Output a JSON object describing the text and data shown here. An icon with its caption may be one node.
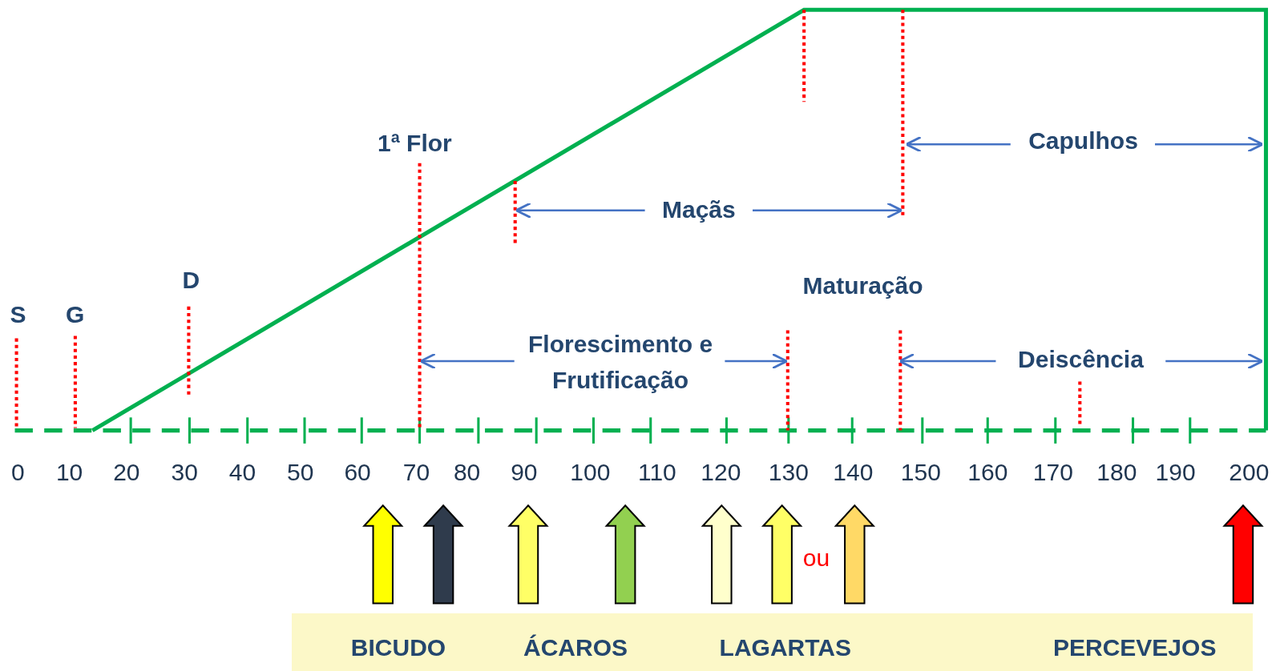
{
  "diagram": {
    "nodes": [
      {
        "text": [
          "BICUDO",
          "ÁCAROS",
          "LAGARTAS",
          "PERCEVEJOS"
        ]
      }
    ],
    "labels": [
      "1ª Flor",
      "Capulhos",
      "Maçãs",
      "D",
      "Maturação",
      "S",
      "G",
      "Florescimento e Frutificação",
      "Deiscência",
      "0",
      "10",
      "20",
      "30",
      "40",
      "50",
      "60",
      "70",
      "80",
      "90",
      "100",
      "110",
      "120",
      "130",
      "140",
      "150",
      "160",
      "170",
      "180",
      "190",
      "200",
      "ou"
    ]
  }
}
